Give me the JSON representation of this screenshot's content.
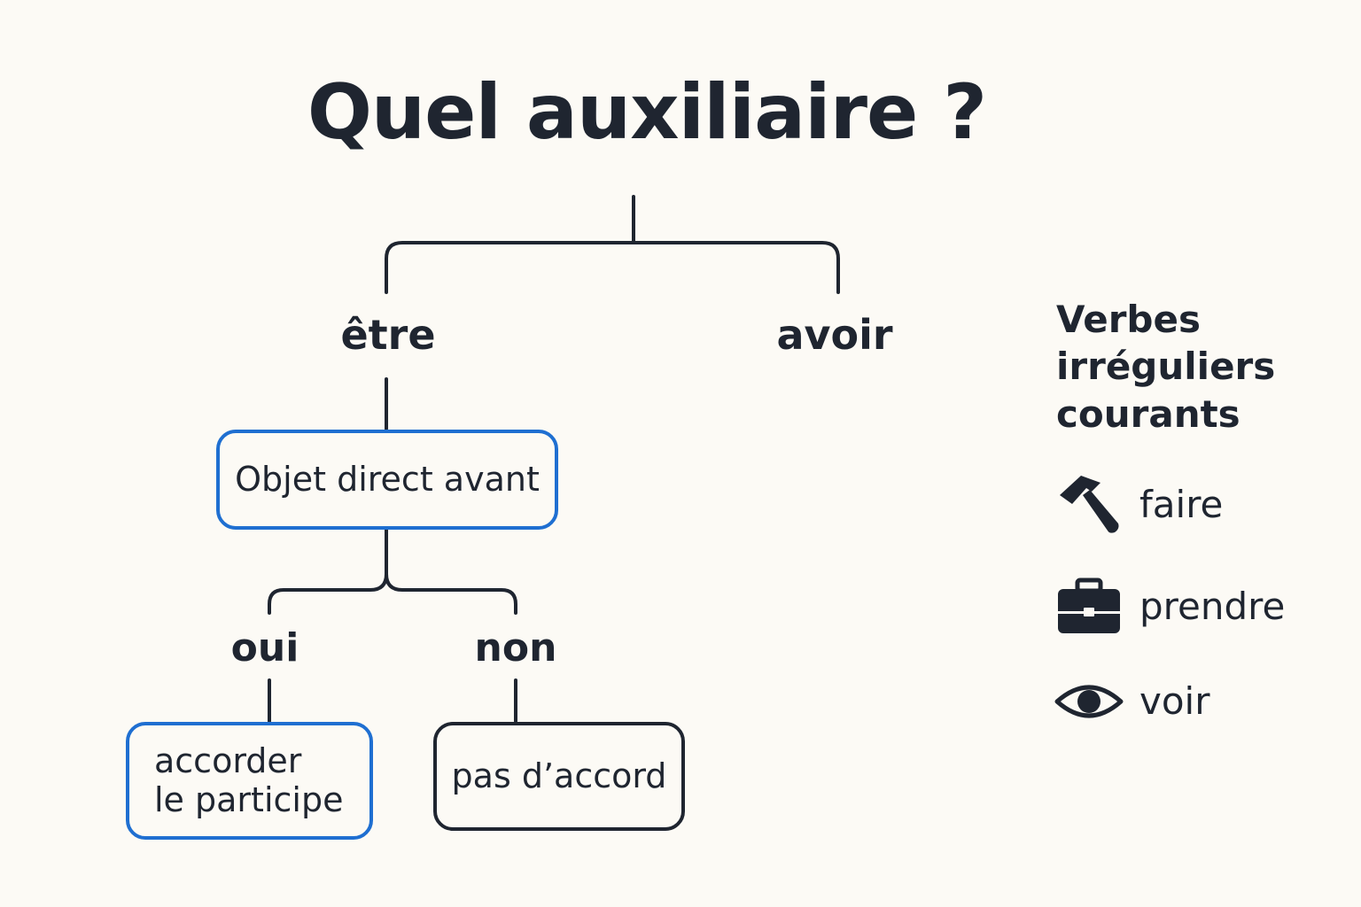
{
  "title": "Quel auxiliaire ?",
  "branches": {
    "left": "être",
    "right": "avoir"
  },
  "etre_branch": {
    "question_box": "Objet direct avant",
    "yes_label": "oui",
    "no_label": "non",
    "yes_result": [
      "accorder",
      "le participe"
    ],
    "no_result": "pas d’accord"
  },
  "sidebar": {
    "heading": [
      "Verbes",
      "irréguliers",
      "courants"
    ],
    "verbs": [
      {
        "label": "faire",
        "icon": "hammer-icon"
      },
      {
        "label": "prendre",
        "icon": "briefcase-icon"
      },
      {
        "label": "voir",
        "icon": "eye-icon"
      }
    ]
  },
  "colors": {
    "background": "#fcfaf5",
    "text": "#1f2530",
    "highlight_border": "#1f6fd1",
    "line": "#1f2530"
  }
}
